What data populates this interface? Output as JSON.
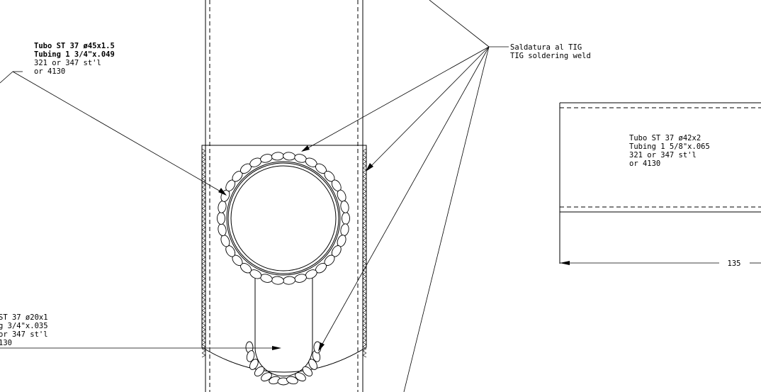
{
  "labels": {
    "tube_45": [
      "Tubo ST 37 ø45x1.5",
      "Tubing 1 3/4\"x.049",
      "321 or 347 st'l",
      "or 4130"
    ],
    "weld": [
      "Saldatura al TIG",
      "TIG soldering weld"
    ],
    "tube_42": [
      "Tubo ST 37 ø42x2",
      "Tubing 1 5/8\"x.065",
      "321 or 347 st'l",
      "or 4130"
    ],
    "tube_20": [
      " ST 37 ø20x1",
      "g 3/4\"x.035",
      "or 347 st'l",
      "130"
    ],
    "dimension_135": "135"
  }
}
